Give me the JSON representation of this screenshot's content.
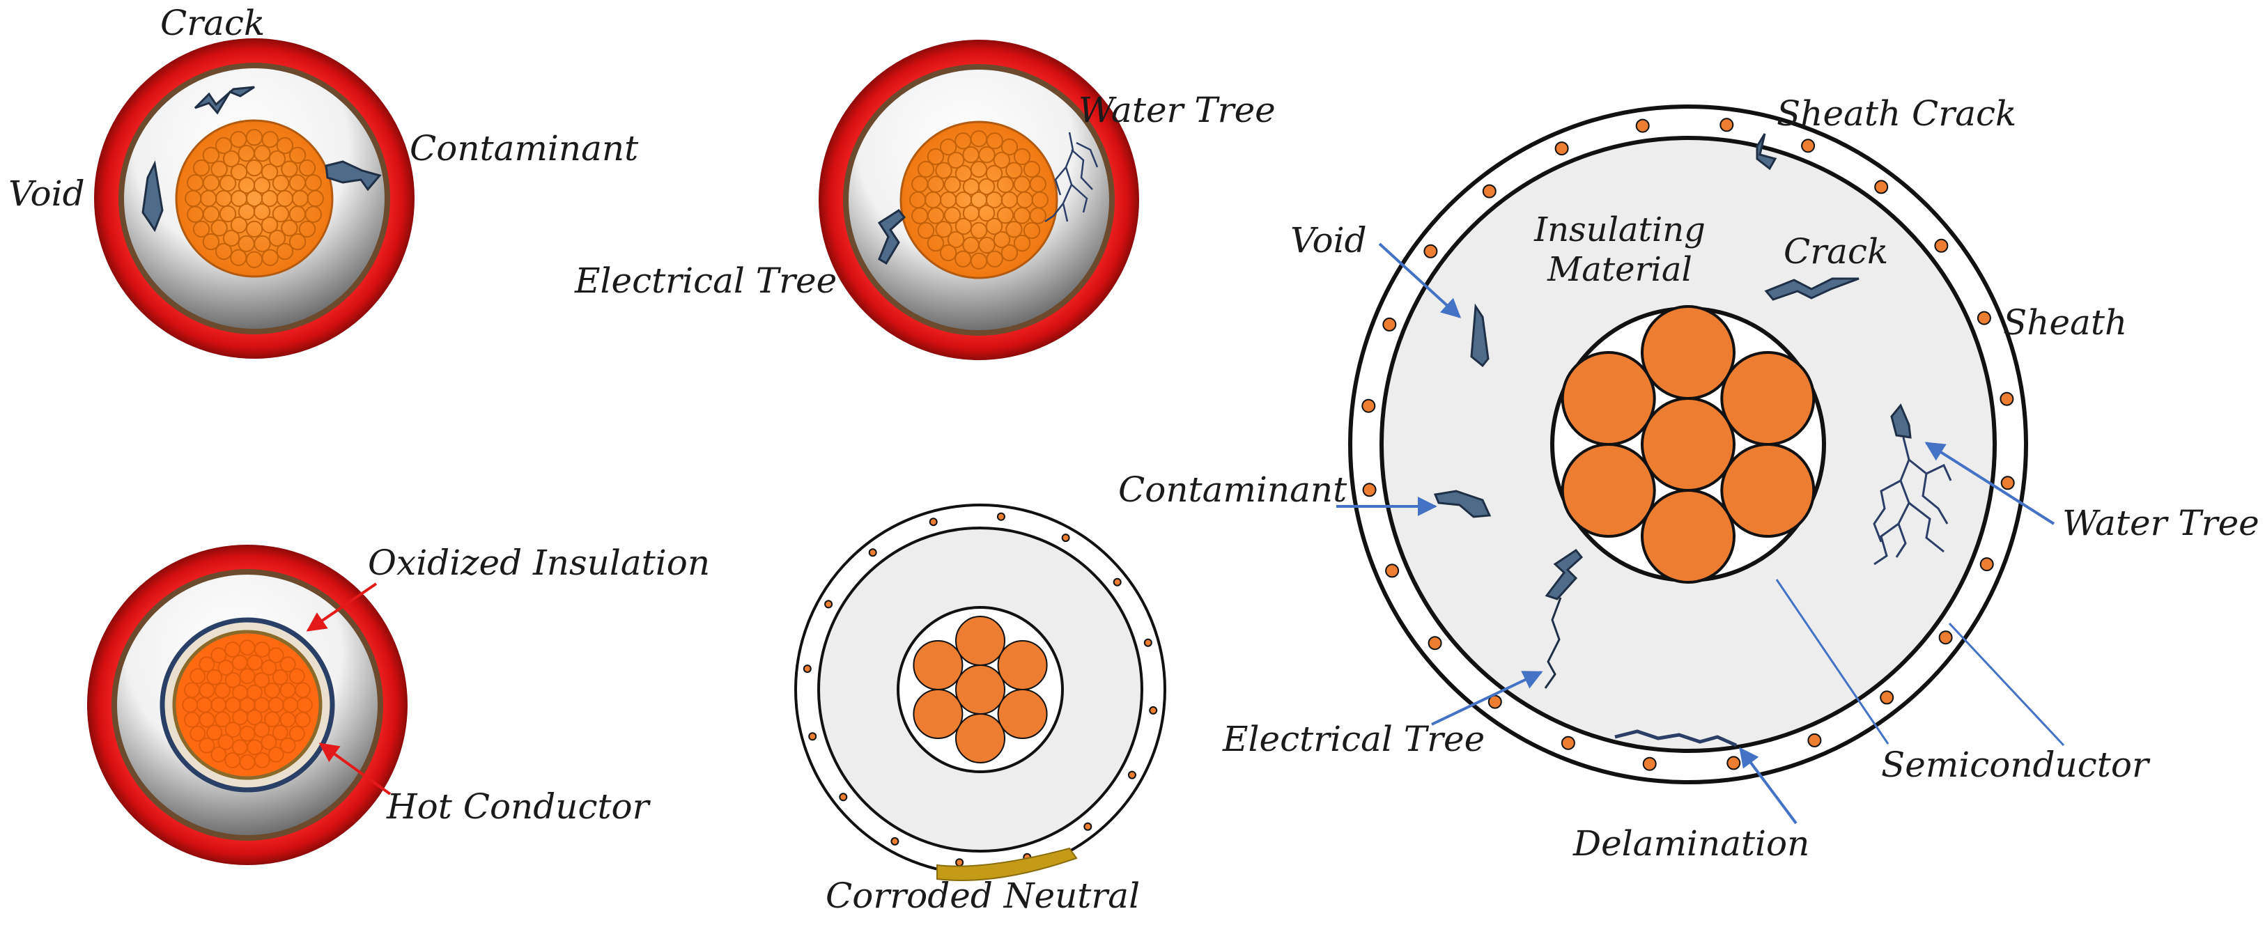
{
  "colors": {
    "outer_jacket_red": "#d81414",
    "jacket_dark_red": "#8e0a0a",
    "copper": "#ff8a1e",
    "copper_dark": "#b25a10",
    "strand_orange": "#ed7d31",
    "insulation_grey": "#ededed",
    "defect_fill": "#4f6b8a",
    "defect_edge": "#1f2f45",
    "arrow_blue": "#4472c4",
    "arrow_red": "#e41a1a",
    "corrosion": "#c39b16"
  },
  "panel_crack": {
    "labels": {
      "crack": "Crack",
      "void": "Void",
      "contaminant": "Contaminant"
    }
  },
  "panel_trees": {
    "labels": {
      "water_tree": "Water Tree",
      "electrical_tree": "Electrical Tree"
    }
  },
  "panel_oxidized": {
    "labels": {
      "oxidized_insulation": "Oxidized Insulation",
      "hot_conductor": "Hot Conductor"
    }
  },
  "panel_corroded": {
    "labels": {
      "corroded_neutral": "Corroded Neutral"
    }
  },
  "panel_large": {
    "labels": {
      "sheath_crack": "Sheath Crack",
      "insulating_material_line1": "Insulating",
      "insulating_material_line2": "Material",
      "crack": "Crack",
      "sheath": "Sheath",
      "void": "Void",
      "contaminant": "Contaminant",
      "water_tree": "Water Tree",
      "electrical_tree": "Electrical Tree",
      "semiconductor": "Semiconductor",
      "delamination": "Delamination"
    }
  }
}
